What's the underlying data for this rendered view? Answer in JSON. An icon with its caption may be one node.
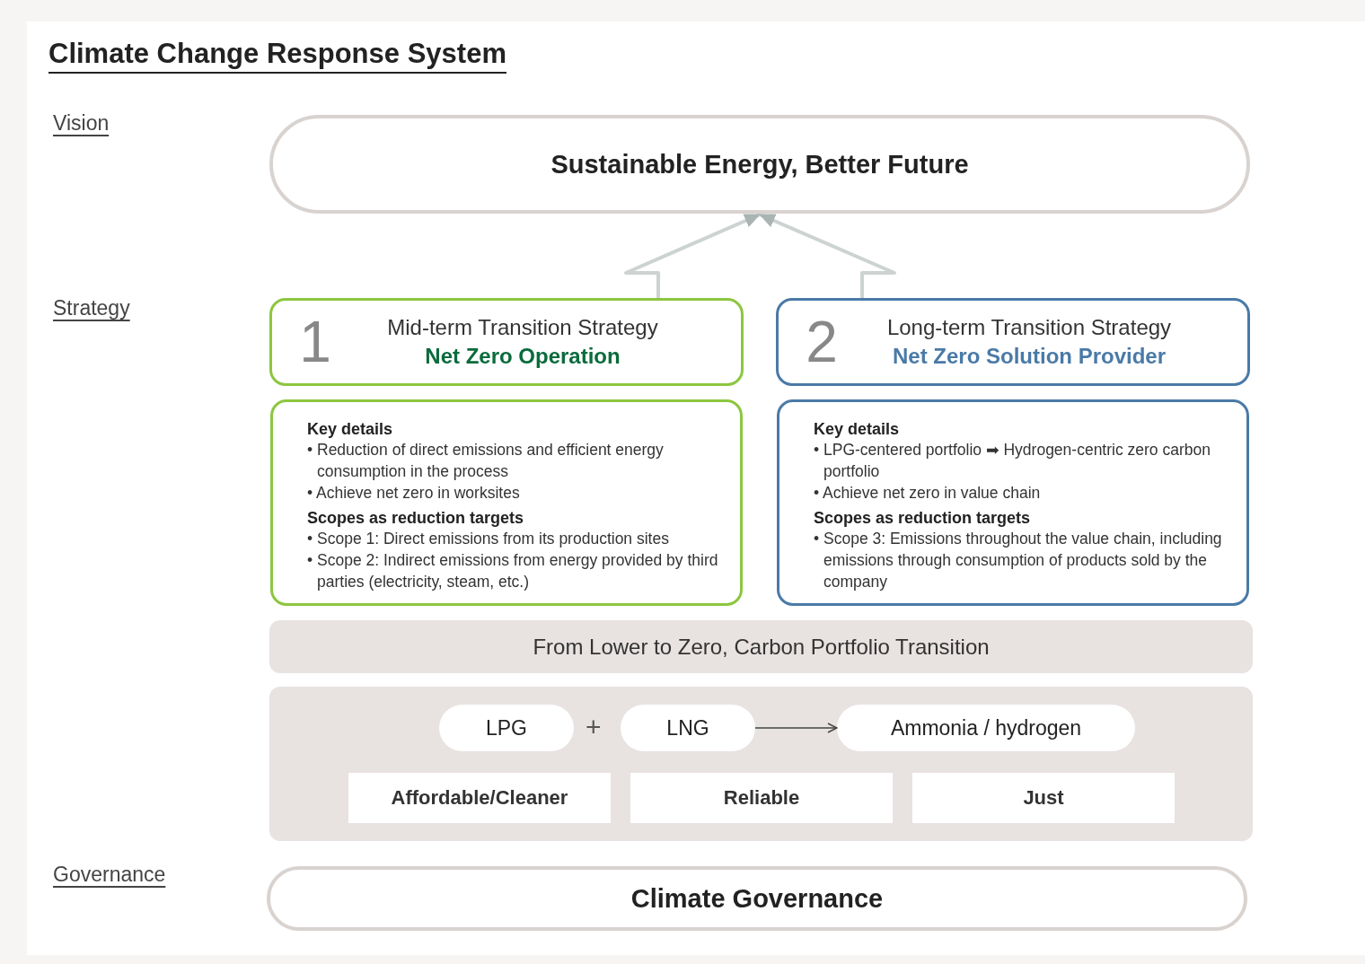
{
  "diagram": {
    "title": "Climate Change Response System",
    "nodes": [
      {
        "text": [
          "Sustainable Energy, Better Future"
        ]
      },
      {
        "text": [
          "1",
          "Mid-term Transition Strategy",
          "Net Zero Operation"
        ]
      },
      {
        "text": [
          "2",
          "Long-term Transition Strategy",
          "Net Zero Solution Provider"
        ]
      },
      {
        "text": [
          "Key details",
          "• Reduction of direct emissions and efficient energy consumption in the process",
          "• Achieve net zero in worksites",
          "Scopes as reduction targets",
          "• Scope 1: Direct emissions from its production sites",
          "• Scope 2: Indirect emissions from energy provided by third parties (electricity, steam, etc.)"
        ]
      },
      {
        "text": [
          "Key details",
          "• LPG-centered portfolio ➡ Hydrogen-centric zero carbon portfolio",
          "• Achieve net zero in value chain",
          "Scopes as reduction targets",
          "• Scope 3: Emissions throughout the value chain, including emissions through consumption of products sold by the company"
        ]
      },
      {
        "text": [
          "From Lower to Zero, Carbon Portfolio Transition"
        ]
      },
      {
        "text": [],
        "shape": "box"
      },
      {
        "text": [
          "LPG"
        ],
        "in": 6
      },
      {
        "text": [
          "LNG"
        ],
        "in": 6
      },
      {
        "text": [
          "Ammonia / hydrogen"
        ],
        "in": 6
      },
      {
        "text": [
          "Affordable/Cleaner"
        ],
        "in": 6
      },
      {
        "text": [
          "Reliable"
        ],
        "in": 6
      },
      {
        "text": [
          "Just"
        ],
        "in": 6
      },
      {
        "text": [
          "Climate Governance"
        ]
      }
    ],
    "edges": [
      {
        "from": 1,
        "to": 0,
        "arrow": "to"
      },
      {
        "from": 2,
        "to": 0,
        "arrow": "to"
      },
      {
        "from": 8,
        "to": 9,
        "arrow": "to",
        "color": "#444444"
      }
    ],
    "labels": [
      "Vision",
      "Strategy",
      "Governance",
      "+"
    ]
  }
}
